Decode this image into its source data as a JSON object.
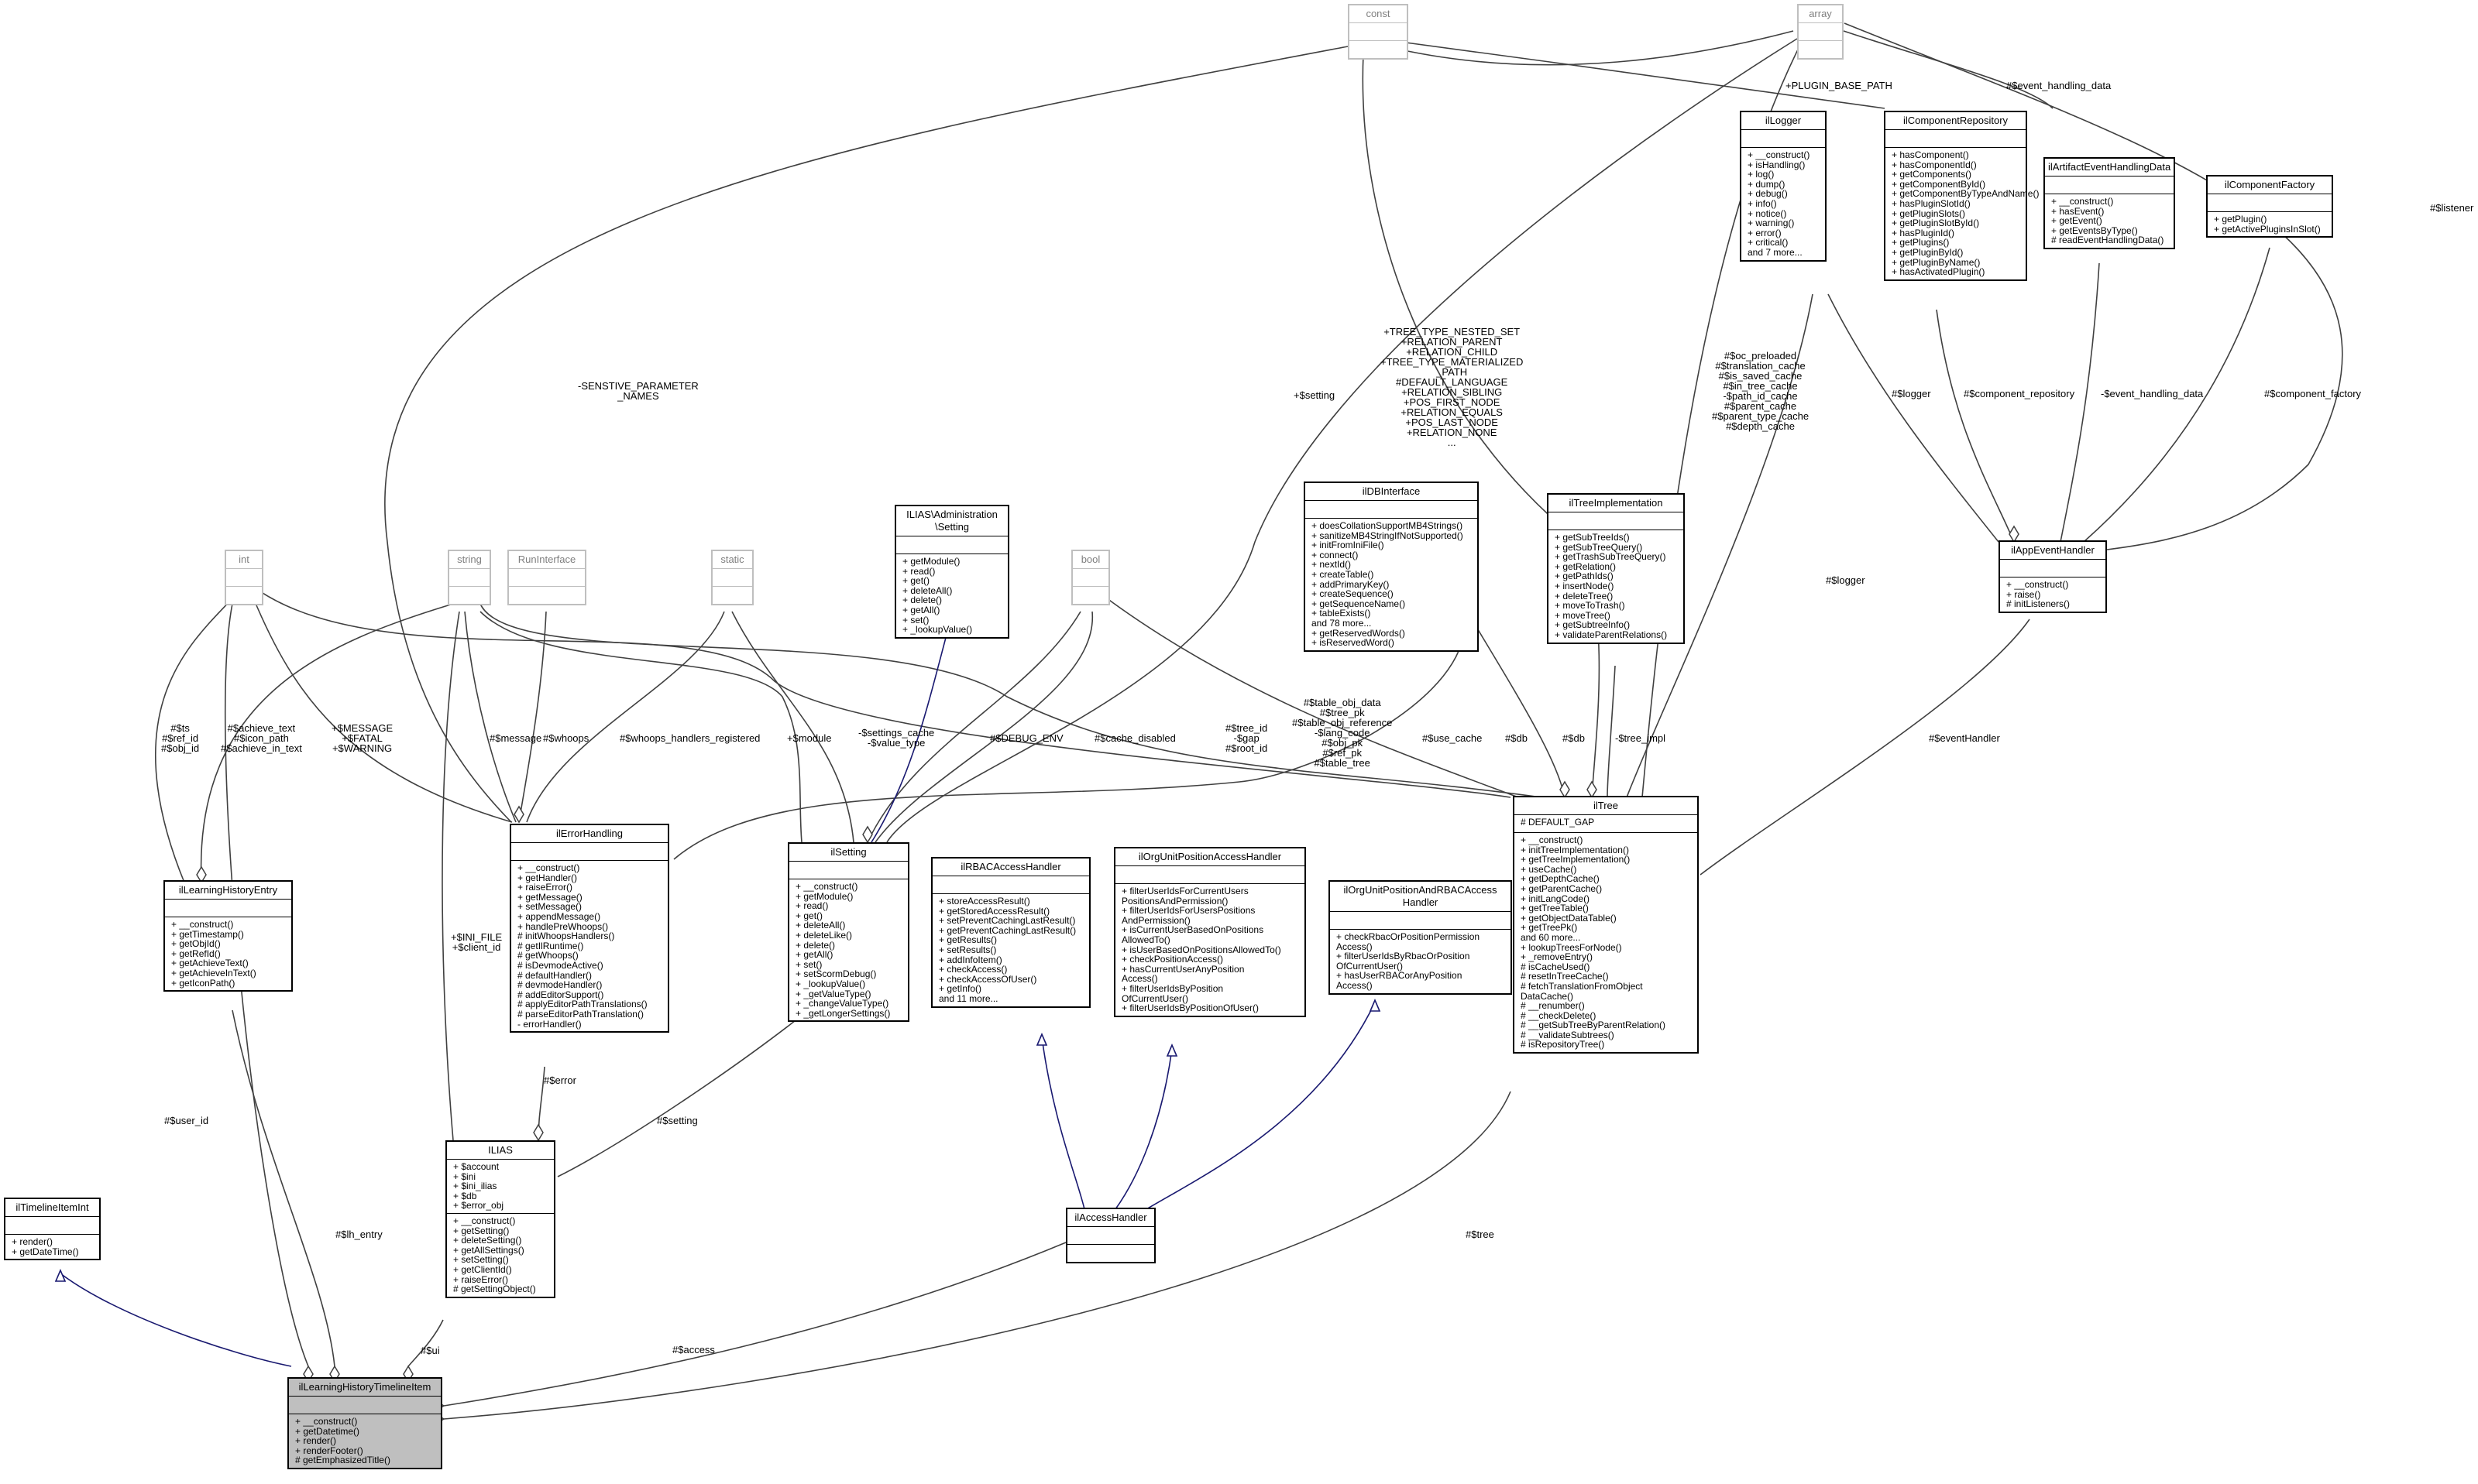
{
  "classes": {
    "const": {
      "name": "const",
      "attrs": [],
      "methods": []
    },
    "array": {
      "name": "array",
      "attrs": [],
      "methods": []
    },
    "int": {
      "name": "int",
      "attrs": [],
      "methods": []
    },
    "string": {
      "name": "string",
      "attrs": [],
      "methods": []
    },
    "RunInterface": {
      "name": "RunInterface",
      "attrs": [],
      "methods": []
    },
    "static": {
      "name": "static",
      "attrs": [],
      "methods": []
    },
    "bool": {
      "name": "bool",
      "attrs": [],
      "methods": []
    },
    "AdminSetting": {
      "name": "ILIAS\\Administration\n\\Setting",
      "attrs": [],
      "methods": [
        "+ getModule()",
        "+ read()",
        "+ get()",
        "+ deleteAll()",
        "+ delete()",
        "+ getAll()",
        "+ set()",
        "+ _lookupValue()"
      ]
    },
    "ilLogger": {
      "name": "ilLogger",
      "attrs": [],
      "methods": [
        "+ __construct()",
        "+ isHandling()",
        "+ log()",
        "+ dump()",
        "+ debug()",
        "+ info()",
        "+ notice()",
        "+ warning()",
        "+ error()",
        "+ critical()",
        "and 7 more..."
      ]
    },
    "ilComponentRepository": {
      "name": "ilComponentRepository",
      "attrs": [],
      "methods": [
        "+ hasComponent()",
        "+ hasComponentId()",
        "+ getComponents()",
        "+ getComponentById()",
        "+ getComponentByTypeAndName()",
        "+ hasPluginSlotId()",
        "+ getPluginSlots()",
        "+ getPluginSlotById()",
        "+ hasPluginId()",
        "+ getPlugins()",
        "+ getPluginById()",
        "+ getPluginByName()",
        "+ hasActivatedPlugin()"
      ]
    },
    "ilArtifactEventHandlingData": {
      "name": "ilArtifactEventHandlingData",
      "attrs": [],
      "methods": [
        "+ __construct()",
        "+ hasEvent()",
        "+ getEvent()",
        "+ getEventsByType()",
        "# readEventHandlingData()"
      ]
    },
    "ilComponentFactory": {
      "name": "ilComponentFactory",
      "attrs": [],
      "methods": [
        "+ getPlugin()",
        "+ getActivePluginsInSlot()"
      ]
    },
    "ilDBInterface": {
      "name": "ilDBInterface",
      "attrs": [],
      "methods": [
        "+ doesCollationSupportMB4Strings()",
        "+ sanitizeMB4StringIfNotSupported()",
        "+ initFromIniFile()",
        "+ connect()",
        "+ nextId()",
        "+ createTable()",
        "+ addPrimaryKey()",
        "+ createSequence()",
        "+ getSequenceName()",
        "+ tableExists()",
        "and 78 more...",
        "+ getReservedWords()",
        "+ isReservedWord()"
      ]
    },
    "ilTreeImplementation": {
      "name": "ilTreeImplementation",
      "attrs": [],
      "methods": [
        "+ getSubTreeIds()",
        "+ getSubTreeQuery()",
        "+ getTrashSubTreeQuery()",
        "+ getRelation()",
        "+ getPathIds()",
        "+ insertNode()",
        "+ deleteTree()",
        "+ moveToTrash()",
        "+ moveTree()",
        "+ getSubtreeInfo()",
        "+ validateParentRelations()"
      ]
    },
    "ilAppEventHandler": {
      "name": "ilAppEventHandler",
      "attrs": [],
      "methods": [
        "+ __construct()",
        "+ raise()",
        "# initListeners()"
      ]
    },
    "ilLearningHistoryEntry": {
      "name": "ilLearningHistoryEntry",
      "attrs": [],
      "methods": [
        "+ __construct()",
        "+ getTimestamp()",
        "+ getObjId()",
        "+ getRefId()",
        "+ getAchieveText()",
        "+ getAchieveInText()",
        "+ getIconPath()"
      ]
    },
    "ilErrorHandling": {
      "name": "ilErrorHandling",
      "attrs": [],
      "methods": [
        "+ __construct()",
        "+ getHandler()",
        "+ raiseError()",
        "+ getMessage()",
        "+ setMessage()",
        "+ appendMessage()",
        "+ handlePreWhoops()",
        "# initWhoopsHandlers()",
        "# getIlRuntime()",
        "# getWhoops()",
        "# isDevmodeActive()",
        "# defaultHandler()",
        "# devmodeHandler()",
        "# addEditorSupport()",
        "# applyEditorPathTranslations()",
        "# parseEditorPathTranslation()",
        "- errorHandler()"
      ]
    },
    "ilSetting": {
      "name": "ilSetting",
      "attrs": [],
      "methods": [
        "+ __construct()",
        "+ getModule()",
        "+ read()",
        "+ get()",
        "+ deleteAll()",
        "+ deleteLike()",
        "+ delete()",
        "+ getAll()",
        "+ set()",
        "+ setScormDebug()",
        "+ _lookupValue()",
        "+ _getValueType()",
        "+ _changeValueType()",
        "+ _getLongerSettings()"
      ]
    },
    "ilRBACAccessHandler": {
      "name": "ilRBACAccessHandler",
      "attrs": [],
      "methods": [
        "+ storeAccessResult()",
        "+ getStoredAccessResult()",
        "+ setPreventCachingLastResult()",
        "+ getPreventCachingLastResult()",
        "+ getResults()",
        "+ setResults()",
        "+ addInfoItem()",
        "+ checkAccess()",
        "+ checkAccessOfUser()",
        "+ getInfo()",
        "and 11 more..."
      ]
    },
    "ilOrgUnitPositionAccessHandler": {
      "name": "ilOrgUnitPositionAccessHandler",
      "attrs": [],
      "methods": [
        "+ filterUserIdsForCurrentUsers",
        "PositionsAndPermission()",
        "+ filterUserIdsForUsersPositions",
        "AndPermission()",
        "+ isCurrentUserBasedOnPositions",
        "AllowedTo()",
        "+ isUserBasedOnPositionsAllowedTo()",
        "+ checkPositionAccess()",
        "+ hasCurrentUserAnyPosition",
        "Access()",
        "+ filterUserIdsByPosition",
        "OfCurrentUser()",
        "+ filterUserIdsByPositionOfUser()"
      ]
    },
    "ilOrgUnitPositionAndRBACAccessHandler": {
      "name": "ilOrgUnitPositionAndRBACAccess\nHandler",
      "attrs": [],
      "methods": [
        "+ checkRbacOrPositionPermission",
        "Access()",
        "+ filterUserIdsByRbacOrPosition",
        "OfCurrentUser()",
        "+ hasUserRBACorAnyPosition",
        "Access()"
      ]
    },
    "ilTree": {
      "name": "ilTree",
      "attrs": [
        "# DEFAULT_GAP"
      ],
      "methods": [
        "+ __construct()",
        "+ initTreeImplementation()",
        "+ getTreeImplementation()",
        "+ useCache()",
        "+ getDepthCache()",
        "+ getParentCache()",
        "+ initLangCode()",
        "+ getTreeTable()",
        "+ getObjectDataTable()",
        "+ getTreePk()",
        "and 60 more...",
        "+ lookupTreesForNode()",
        "+ _removeEntry()",
        "# isCacheUsed()",
        "# resetInTreeCache()",
        "# fetchTranslationFromObject",
        "DataCache()",
        "# __renumber()",
        "# __checkDelete()",
        "# __getSubTreeByParentRelation()",
        "# __validateSubtrees()",
        "# isRepositoryTree()"
      ]
    },
    "ILIAS": {
      "name": "ILIAS",
      "attrs": [
        "+ $account",
        "+ $ini",
        "+ $ini_ilias",
        "+ $db",
        "+ $error_obj"
      ],
      "methods": [
        "+ __construct()",
        "+ getSetting()",
        "+ deleteSetting()",
        "+ getAllSettings()",
        "+ setSetting()",
        "+ getClientId()",
        "+ raiseError()",
        "# getSettingObject()"
      ]
    },
    "ilAccessHandler": {
      "name": "ilAccessHandler",
      "attrs": [],
      "methods": []
    },
    "ilTimelineItemInt": {
      "name": "ilTimelineItemInt",
      "attrs": [],
      "methods": [
        "+ render()",
        "+ getDateTime()"
      ]
    },
    "ilLearningHistoryTimelineItem": {
      "name": "ilLearningHistoryTimelineItem",
      "attrs": [],
      "methods": [
        "+ __construct()",
        "+ getDatetime()",
        "+ render()",
        "+ renderFooter()",
        "# getEmphasizedTitle()"
      ]
    }
  },
  "labels": {
    "sensitive": "-SENSTIVE_PARAMETER\n_NAMES",
    "plugin_base_path": "+PLUGIN_BASE_PATH",
    "event_handling_data_arr": "#$event_handling_data",
    "listener": "#$listener",
    "setting_arr": "+$setting",
    "tree_consts": "+TREE_TYPE_NESTED_SET\n+RELATION_PARENT\n+RELATION_CHILD\n+TREE_TYPE_MATERIALIZED\n_PATH\n#DEFAULT_LANGUAGE\n+RELATION_SIBLING\n+POS_FIRST_NODE\n+RELATION_EQUALS\n+POS_LAST_NODE\n+RELATION_NONE\n...",
    "tree_caches": "#$oc_preloaded\n#$translation_cache\n#$is_saved_cache\n#$in_tree_cache\n-$path_id_cache\n#$parent_cache\n#$parent_type_cache\n#$depth_cache",
    "logger_app": "#$logger",
    "component_repository": "#$component_repository",
    "event_handling_data": "-$event_handling_data",
    "component_factory": "#$component_factory",
    "logger_tree": "#$logger",
    "ts_ref_obj": "#$ts\n#$ref_id\n#$obj_id",
    "achieve": "#$achieve_text\n#$icon_path\n#$achieve_in_text",
    "message_consts": "+$MESSAGE\n+$FATAL\n+$WARNING",
    "message": "#$message",
    "whoops": "#$whoops",
    "whoops_registered": "#$whoops_handlers_registered",
    "module": "+$module",
    "settings_cache": "-$settings_cache\n-$value_type",
    "debug_env": "#$DEBUG_ENV",
    "cache_disabled": "#$cache_disabled",
    "tree_ids": "#$tree_id\n-$gap\n#$root_id",
    "table_obj": "#$table_obj_data\n#$tree_pk\n#$table_obj_reference\n-$lang_code\n#$obj_pk\n#$ref_pk\n#$table_tree",
    "use_cache": "#$use_cache",
    "db_tree": "#$db",
    "db_set": "#$db",
    "tree_impl": "-$tree_impl",
    "event_handler": "#$eventHandler",
    "ini_file": "+$INI_FILE\n+$client_id",
    "error": "#$error",
    "setting_ilias": "#$setting",
    "user_id": "#$user_id",
    "lh_entry": "#$lh_entry",
    "ui": "#$ui",
    "access": "#$access",
    "tree": "#$tree"
  }
}
